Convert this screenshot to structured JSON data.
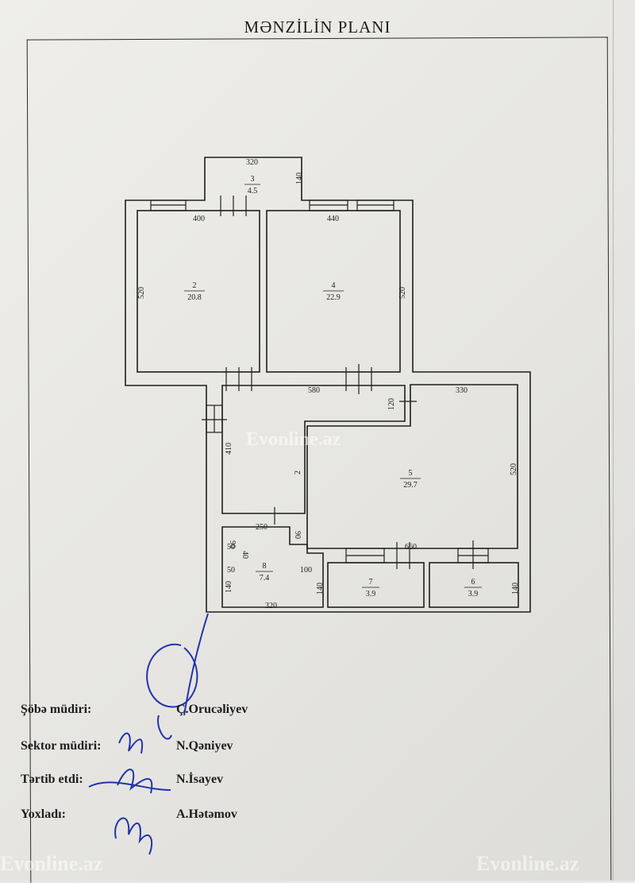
{
  "document": {
    "title": "MƏNZİLİN PLANI"
  },
  "plan": {
    "dims": {
      "d320_top": "320",
      "d140_top": "140",
      "d400": "400",
      "d440": "440",
      "d520_left": "520",
      "d520_right": "520",
      "d580": "580",
      "d330": "330",
      "d120": "120",
      "d410": "410",
      "d2": "2",
      "d520_room5": "520",
      "d250": "250",
      "d90_a": "90",
      "d90_b": "90",
      "d50_a": "50",
      "d40": "40",
      "d50_b": "50",
      "d100": "100",
      "d660": "660",
      "d140_a": "140",
      "d140_b": "140",
      "d140_c": "140",
      "d320_bottom": "320"
    },
    "rooms": [
      {
        "num": "3",
        "area": "4.5"
      },
      {
        "num": "2",
        "area": "20.8"
      },
      {
        "num": "4",
        "area": "22.9"
      },
      {
        "num": "5",
        "area": "29.7"
      },
      {
        "num": "8",
        "area": "7.4"
      },
      {
        "num": "7",
        "area": "3.9"
      },
      {
        "num": "6",
        "area": "3.9"
      }
    ]
  },
  "signatures": [
    {
      "role": "Şöbə müdiri:",
      "name": "Ç.Orucəliyev"
    },
    {
      "role": "Sektor müdiri:",
      "name": "N.Qəniyev"
    },
    {
      "role": "Tərtib etdi:",
      "name": "N.İsayev"
    },
    {
      "role": "Yoxladı:",
      "name": "A.Hətəmov"
    }
  ],
  "watermarks": {
    "center": "Evonline.az",
    "bottom_left": "Evonline.az",
    "bottom_right": "Evonline.az"
  }
}
